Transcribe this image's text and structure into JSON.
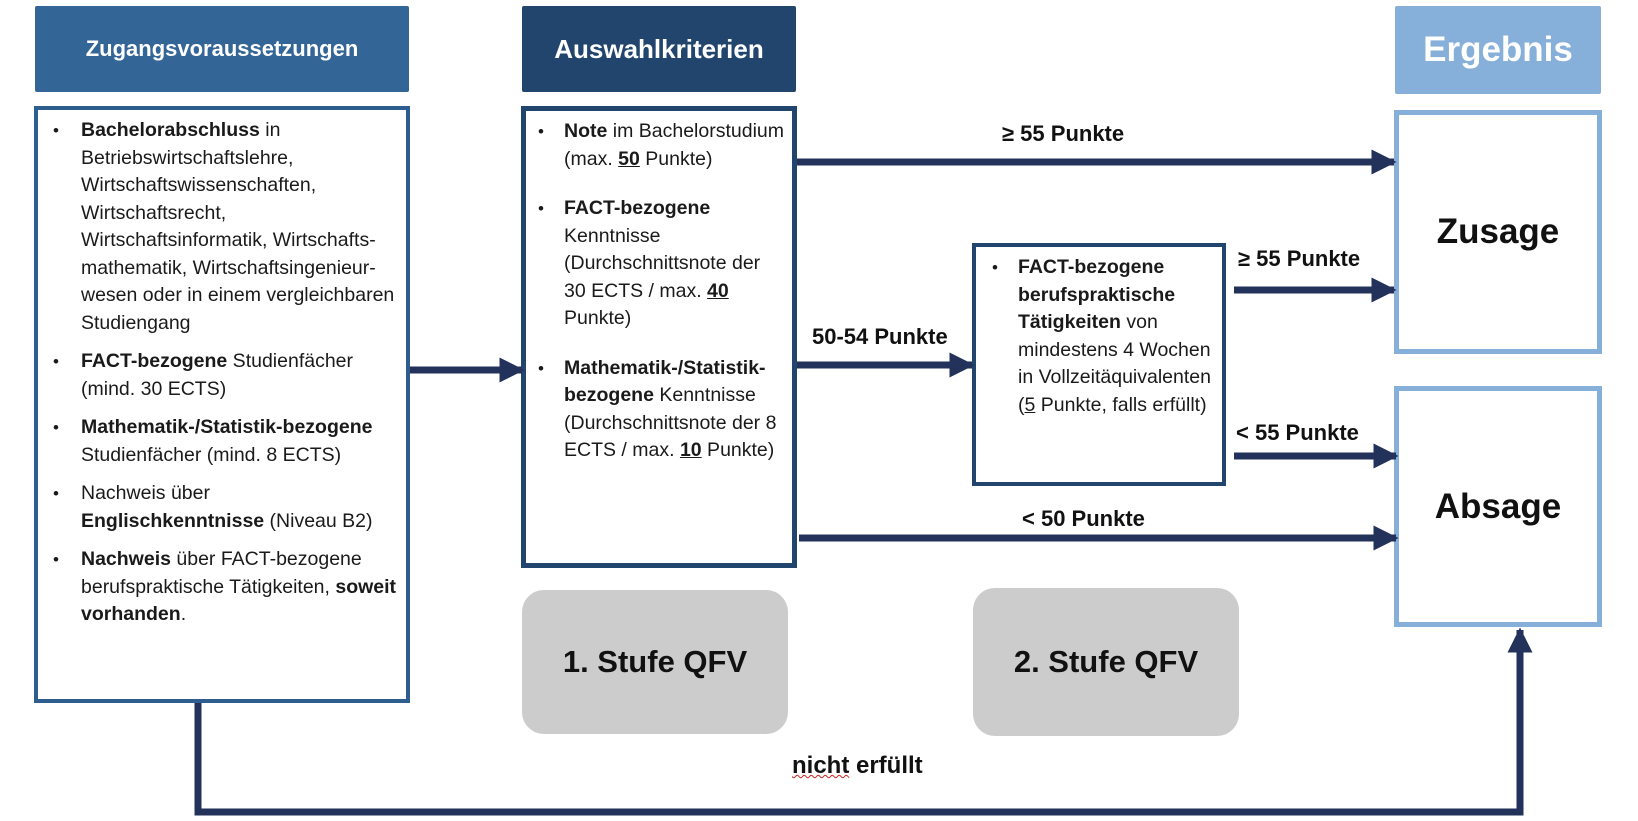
{
  "headers": {
    "requirements": "Zugangsvoraussetzungen",
    "criteria": "Auswahlkriterien",
    "result": "Ergebnis"
  },
  "requirements": {
    "item1": {
      "bold": "Bachelorabschluss",
      "text": " in Betriebswirtschaftslehre, Wirtschaftswissenschaften, Wirtschaftsrecht, Wirtschaftsinformatik, Wirtschafts-mathematik, Wirtschaftsingenieur-wesen oder in einem vergleichbaren Studiengang"
    },
    "item2": {
      "bold": "FACT-bezogene",
      "text": " Studienfächer (mind. 30 ECTS)"
    },
    "item3": {
      "bold": "Mathematik-/Statistik-bezogene",
      "text": " Studienfächer (mind. 8 ECTS)"
    },
    "item4": {
      "text": "Nachweis über ",
      "bold": "Englischkenntnisse",
      "text2": " (Niveau B2)"
    },
    "item5": {
      "bold": "Nachweis",
      "text": " über FACT-bezogene berufspraktische Tätigkeiten, ",
      "bold2": "soweit vorhanden",
      "text2": "."
    }
  },
  "criteria": {
    "item1": {
      "bold": "Note",
      "text": " im Bachelorstudium (max. ",
      "points": "50",
      "text2": " Punkte)"
    },
    "item2": {
      "bold": "FACT-bezogene",
      "text": " Kenntnisse (Durchschnittsnote der 30 ECTS / max. ",
      "points": "40",
      "text2": " Punkte)"
    },
    "item3": {
      "bold": "Mathematik-/Statistik-bezogene",
      "text": " Kenntnisse (Durchschnittsnote der 8 ECTS / max. ",
      "points": "10",
      "text2": " Punkte)"
    }
  },
  "practice": {
    "bold": "FACT-bezogene berufspraktische Tätigkeiten",
    "text": " von mindestens 4 Wochen in Vollzeitäquivalenten (",
    "points": "5",
    "text2": " Punkte, falls erfüllt)"
  },
  "results": {
    "accept": "Zusage",
    "reject": "Absage"
  },
  "stages": {
    "first": "1. Stufe QFV",
    "second": "2. Stufe QFV"
  },
  "labels": {
    "ge55_top": "≥ 55 Punkte",
    "range_50_54": "50-54 Punkte",
    "ge55_mid": "≥ 55 Punkte",
    "lt55": "< 55 Punkte",
    "lt50": "< 50 Punkte",
    "not_met_1": "nicht",
    "not_met_2": " erfüllt"
  },
  "colors": {
    "arrow": "#23325a",
    "header_requirements": "#346597",
    "header_criteria": "#22456e",
    "header_result": "#86afd9",
    "stage_fill": "#cccccc"
  }
}
